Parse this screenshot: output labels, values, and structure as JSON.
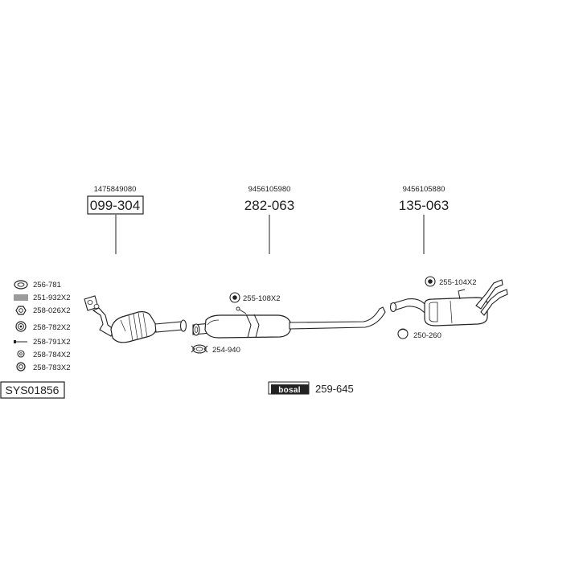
{
  "system_id": "SYS01856",
  "brand_logo": "bosal",
  "kit_part_number": "259-645",
  "parts": [
    {
      "oem": "1475849080",
      "part_number": "099-304"
    },
    {
      "oem": "9456105980",
      "part_number": "282-063"
    },
    {
      "oem": "9456105880",
      "part_number": "135-063"
    }
  ],
  "accessories_left": [
    {
      "label": "256-781",
      "icon": "gasket-ring-icon"
    },
    {
      "label": "251-932X2",
      "icon": "spring-icon"
    },
    {
      "label": "258-026X2",
      "icon": "hex-nut-icon"
    },
    {
      "label": "258-782X2",
      "icon": "flange-nut-icon"
    },
    {
      "label": "258-791X2",
      "icon": "bolt-icon"
    },
    {
      "label": "258-784X2",
      "icon": "washer-icon"
    },
    {
      "label": "258-783X2",
      "icon": "lock-washer-icon"
    }
  ],
  "accessories_diagram": {
    "mid_rubber": "255-108X2",
    "mid_clamp": "254-940",
    "rear_rubber": "255-104X2",
    "rear_clamp": "250-260"
  }
}
